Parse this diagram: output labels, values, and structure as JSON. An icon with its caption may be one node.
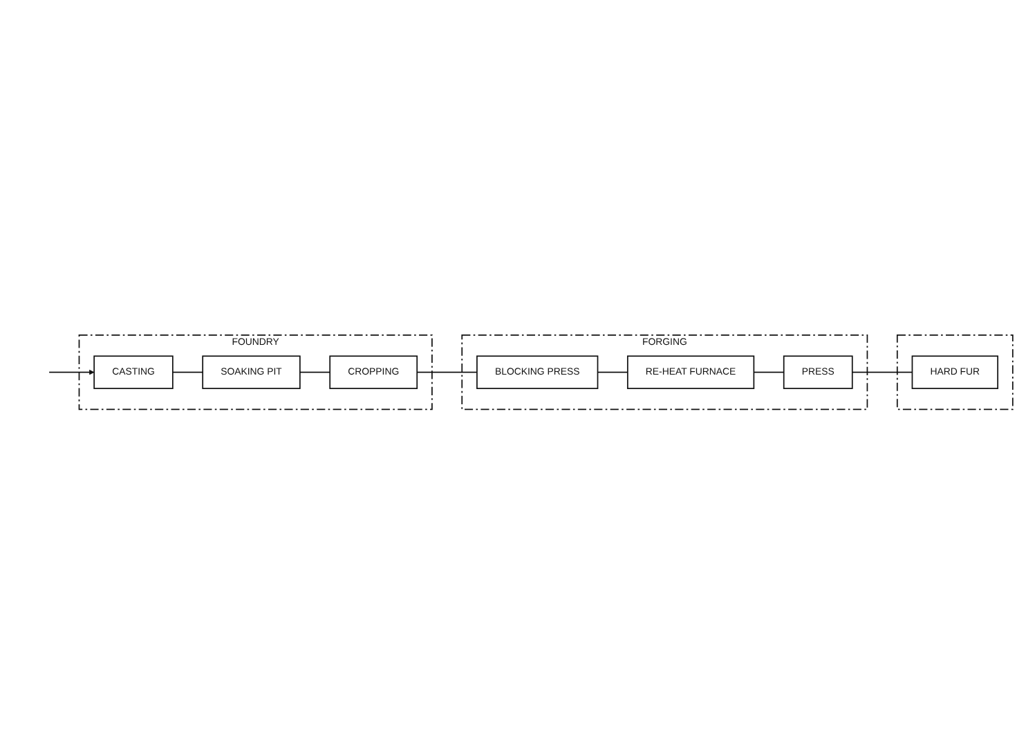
{
  "diagram": {
    "nodes": [
      {
        "text": [
          "FOUNDRY"
        ]
      },
      {
        "text": [
          "CROPPING"
        ],
        "in": 0
      },
      {
        "text": [
          "SOAKING PIT"
        ],
        "in": 0
      },
      {
        "text": [
          "CASTING"
        ],
        "in": 0
      },
      {
        "text": [
          "FORGING"
        ]
      },
      {
        "text": [
          "BLOCKING PRESS"
        ],
        "in": 4
      },
      {
        "text": [
          "RE-HEAT FURNACE"
        ],
        "in": 4
      },
      {
        "text": [
          "PRESS"
        ],
        "in": 4
      },
      {
        "text": [],
        "shape": "box"
      },
      {
        "text": [
          "HARD FUR"
        ],
        "in": 8
      }
    ],
    "edges": [
      {
        "from": null,
        "to": 3,
        "arrow": "to"
      },
      {
        "from": 3,
        "to": 2,
        "arrow": "none"
      },
      {
        "from": 2,
        "to": 1,
        "arrow": "none"
      },
      {
        "from": 1,
        "to": 5,
        "arrow": "none"
      },
      {
        "from": 5,
        "to": 6,
        "arrow": "none"
      },
      {
        "from": 6,
        "to": 7,
        "arrow": "none"
      },
      {
        "from": 7,
        "to": 9,
        "arrow": "none"
      }
    ]
  }
}
